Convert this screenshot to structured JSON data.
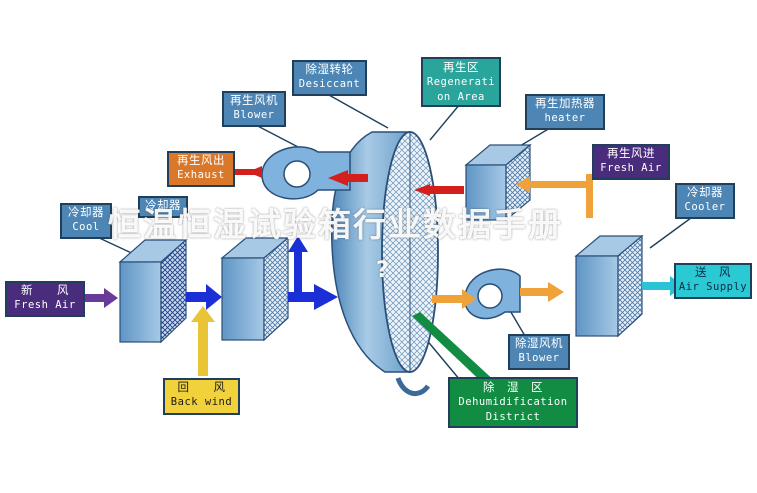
{
  "diagram": {
    "labels": {
      "desiccant": {
        "zh": "除湿转轮",
        "en": "Desiccant"
      },
      "regeneration_area": {
        "zh": "再生区",
        "en1": "Regenerati",
        "en2": "on Area"
      },
      "regen_blower": {
        "zh": "再生风机",
        "en": "Blower"
      },
      "regen_heater": {
        "zh": "再生加热器",
        "en": "heater"
      },
      "exhaust": {
        "zh": "再生风出",
        "en": "Exhaust"
      },
      "regen_fresh_air": {
        "zh": "再生风进",
        "en": "Fresh Air"
      },
      "cooler_right": {
        "zh": "冷却器",
        "en": "Cooler"
      },
      "cooler_left": {
        "zh": "冷却器",
        "en": "Cool"
      },
      "cooler_mid": {
        "zh": "冷却器",
        "en": ""
      },
      "fresh_air": {
        "zh": "新　　风",
        "en": "Fresh Air"
      },
      "air_supply": {
        "zh": "送　风",
        "en": "Air Supply"
      },
      "dehum_blower": {
        "zh": "除湿风机",
        "en": "Blower"
      },
      "back_wind": {
        "zh": "回　　风",
        "en": "Back wind"
      },
      "dehum_district": {
        "zh": "除　湿　区",
        "en1": "Dehumidification",
        "en2": "District"
      }
    },
    "watermark": "恒温恒湿试验箱行业数据手册",
    "watermark_mark": "?"
  },
  "colors": {
    "label_blue": "#4d86b4",
    "label_teal": "#2aa59b",
    "label_orange": "#d9772a",
    "label_purple": "#4a2c7c",
    "label_cyan": "#2bc9d4",
    "label_yellow": "#f2d23c",
    "label_green": "#138c43",
    "arrow_red": "#d41f1f",
    "arrow_blue": "#1a2fd6",
    "arrow_orange": "#f0a23a",
    "arrow_purple": "#6a3a9a",
    "arrow_cyan": "#29c3d6",
    "arrow_yellow": "#e9c437",
    "wheel": "#6fa3cf",
    "equipment": "#7fb2dc"
  }
}
